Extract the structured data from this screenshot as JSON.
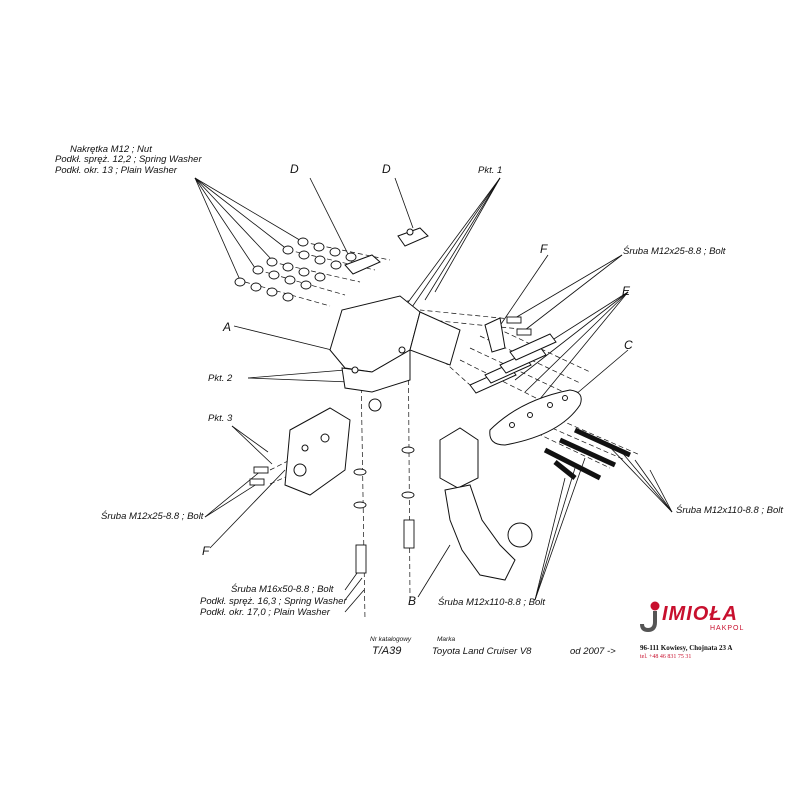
{
  "labels": {
    "nut_line1": "Nakrętka  M12 ; Nut",
    "nut_line2": "Podkł. spręż. 12,2 ; Spring Washer",
    "nut_line3": "Podkł. okr. 13 ; Plain Washer",
    "d_left": "D",
    "d_right": "D",
    "pkt1": "Pkt. 1",
    "pkt2": "Pkt. 2",
    "pkt3": "Pkt. 3",
    "a": "A",
    "b": "B",
    "c": "C",
    "e": "E",
    "f_top": "F",
    "f_bottom": "F",
    "bolt_m12x25_right": "Śruba M12x25-8.8 ;  Bolt",
    "bolt_m12x25_left": "Śruba M12x25-8.8 ;  Bolt",
    "bolt_m12x110_right": "Śruba M12x110-8.8 ;  Bolt",
    "bolt_m12x110_bottom": "Śruba M12x110-8.8 ;  Bolt",
    "m16_line1": "Śruba M16x50-8.8 ;  Bolt",
    "m16_line2": "Podkł. spręż. 16,3 ; Spring Washer",
    "m16_line3": "Podkł. okr. 17,0 ; Plain Washer"
  },
  "title_block": {
    "catalog_caption": "Nr katalogowy",
    "catalog_number": "T/A39",
    "brand_caption": "Marka",
    "brand": "Toyota Land Cruiser V8",
    "from_year": "od 2007 ->"
  },
  "company": {
    "logo": "IMIOŁA",
    "logo_sub": "HAKPOL",
    "address": "96-111 Kowiesy, Chojnata 23 A",
    "phone": "tel. +48 46 831 75 31",
    "brand_color": "#c8102e"
  }
}
